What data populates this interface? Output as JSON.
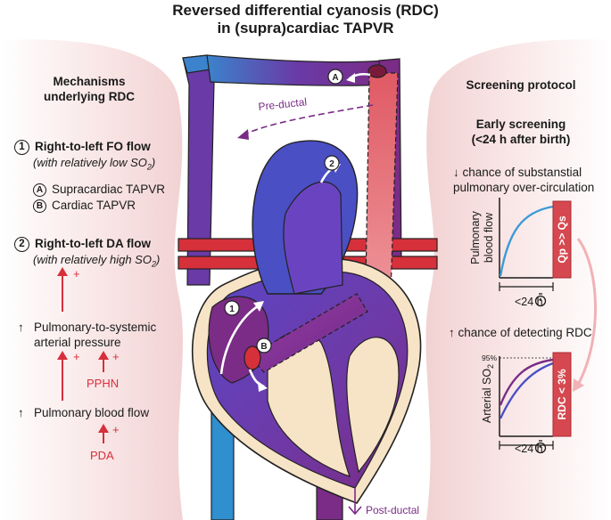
{
  "title": {
    "line1": "Reversed differential cyanosis (RDC)",
    "line2": "in (supra)cardiac TAPVR"
  },
  "left_panel": {
    "heading_line1": "Mechanisms",
    "heading_line2": "underlying RDC",
    "fo_num": "1",
    "fo_title": "Right-to-left FO flow",
    "fo_note_prefix": "(with relatively low SO",
    "fo_note_sub": "2",
    "fo_note_suffix": ")",
    "opt_a_letter": "A",
    "opt_a": "Supracardiac TAPVR",
    "opt_b_letter": "B",
    "opt_b": "Cardiac TAPVR",
    "da_num": "2",
    "da_title": "Right-to-left DA flow",
    "da_note_prefix": "(with relatively high SO",
    "da_note_sub": "2",
    "da_note_suffix": ")",
    "plus": "+",
    "up_arrow": "↑",
    "pressure_line1": "Pulmonary-to-systemic",
    "pressure_line2": "arterial pressure",
    "pphn": "PPHN",
    "blood_flow": "Pulmonary blood flow",
    "pda": "PDA"
  },
  "center": {
    "pre_ductal": "Pre-ductal",
    "post_ductal": "Post-ductal",
    "marker_a": "A",
    "marker_b": "B",
    "marker_1": "1",
    "marker_2": "2"
  },
  "right_panel": {
    "heading": "Screening protocol",
    "early_line1": "Early screening",
    "early_line2": "(<24 h after birth)",
    "chance1_line1": "↓ chance of substanstial",
    "chance1_line2": "pulmonary over-circulation",
    "chart1_ylabel_line1": "Pulmonary",
    "chart1_ylabel_line2": "blood flow",
    "chart1_box": "Qp >> Qs",
    "chart1_xlabel": "<24 h",
    "chance2": "↑ chance of detecting RDC",
    "chart2_ylabel": "Arterial SO",
    "chart2_ylabel_sub": "2",
    "chart2_tick": "95%",
    "chart2_box": "RDC < 3%",
    "chart2_xlabel": "<24 h"
  },
  "colors": {
    "purple": "#7a2c86",
    "deep_blue": "#4a4fc4",
    "venous_blue": "#2f8fcf",
    "artery_red": "#d6303b",
    "duct_pink": "#e8797e",
    "pink_panel": "#f6dcdc",
    "chamber_fill": "#f7e3c6",
    "curve_blue": "#3c9bd6"
  },
  "icons": [
    "stopwatch-icon",
    "arrow-icon"
  ]
}
